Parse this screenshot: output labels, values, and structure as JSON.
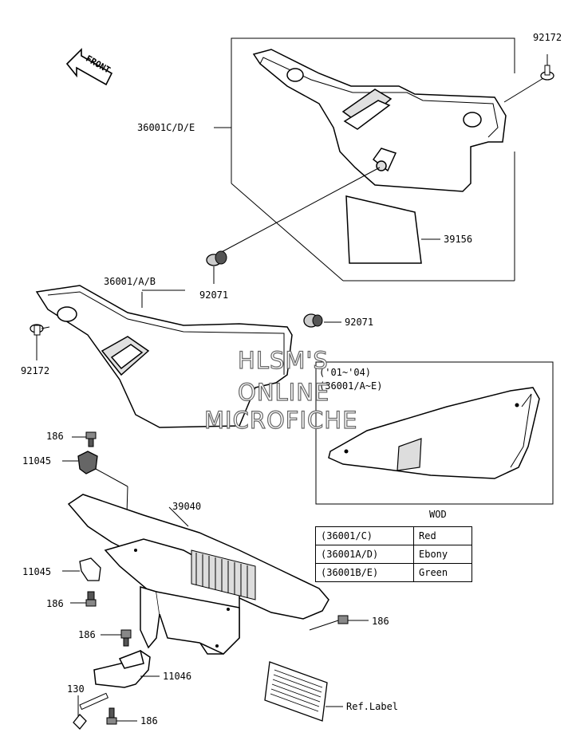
{
  "front_arrow": {
    "label": "FRONT"
  },
  "callouts": {
    "c92172_top": "92172",
    "c36001cde": "36001C/D/E",
    "c39156": "39156",
    "c92071_a": "92071",
    "c36001ab": "36001/A/B",
    "c92071_b": "92071",
    "c92172_left": "92172",
    "c186_a": "186",
    "c11045_a": "11045",
    "c39040": "39040",
    "c11045_b": "11045",
    "c186_b": "186",
    "c186_c": "186",
    "c186_d": "186",
    "c11046": "11046",
    "c130": "130",
    "c186_e": "186",
    "ref_label": "Ref.Label"
  },
  "inset": {
    "years": "('01~'04)",
    "parts": "(36001/A~E)"
  },
  "watermark": {
    "line1": "HLSM'S",
    "line2": "ONLINE",
    "line3": "MICROFICHE"
  },
  "wod_table": {
    "title": "WOD",
    "rows": [
      {
        "code": "(36001/C)",
        "color": "Red"
      },
      {
        "code": "(36001A/D)",
        "color": "Ebony"
      },
      {
        "code": "(36001B/E)",
        "color": "Green"
      }
    ]
  }
}
